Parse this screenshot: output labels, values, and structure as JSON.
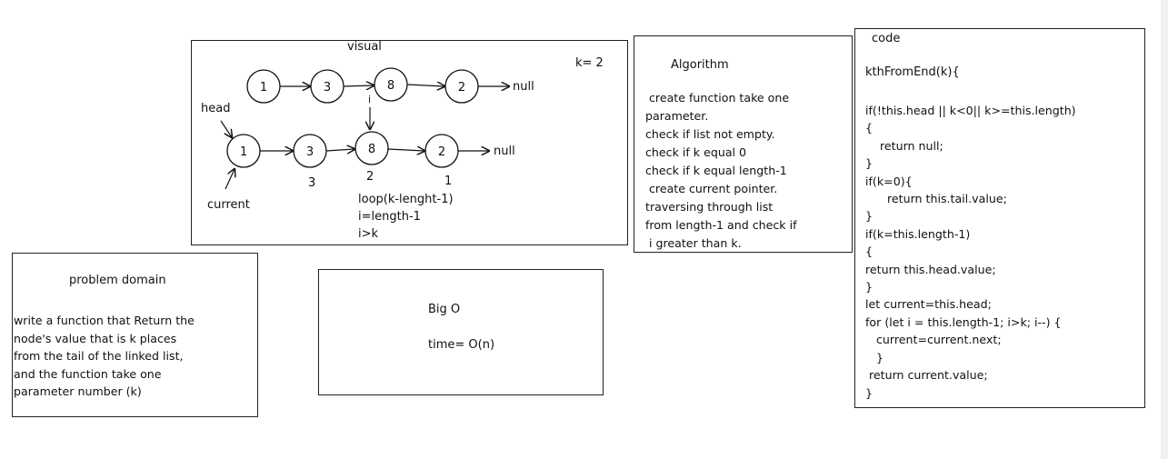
{
  "visual": {
    "title": "visual",
    "k_label": "k= 2",
    "row1": {
      "nodes": [
        "1",
        "3",
        "8",
        "2"
      ],
      "null_label": "null"
    },
    "row2": {
      "nodes": [
        "1",
        "3",
        "8",
        "2"
      ],
      "null_label": "null"
    },
    "head_label": "head",
    "current_label": "current",
    "i_label": "i",
    "index_labels": [
      "3",
      "2",
      "1"
    ],
    "loop_lines": [
      "loop(k-lenght-1)",
      "i=length-1",
      "i>k"
    ]
  },
  "algorithm": {
    "title": "Algorithm",
    "lines": [
      " create function take one",
      "parameter.",
      "check if list not empty.",
      "check if k equal 0",
      "check if k equal length-1",
      " create current pointer.",
      "traversing through list",
      "from length-1 and check if",
      " i greater than k."
    ]
  },
  "code": {
    "title": "code",
    "signature": "kthFromEnd(k){",
    "lines": [
      "if(!this.head || k<0|| k>=this.length)",
      "{",
      "    return null;",
      "}",
      "if(k=0){",
      "      return this.tail.value;",
      "}",
      "if(k=this.length-1)",
      "{",
      "return this.head.value;",
      "}",
      "let current=this.head;",
      "for (let i = this.length-1; i>k; i--) {",
      "   current=current.next;",
      "   }",
      " return current.value;",
      "}"
    ]
  },
  "problem": {
    "title": "problem domain",
    "lines": [
      "write a function that Return the",
      "node's value that is k places",
      "from the tail of the linked list,",
      "and the function take one",
      "parameter number (k)"
    ]
  },
  "bigo": {
    "title": "Big O",
    "time": "time= O(n)"
  }
}
